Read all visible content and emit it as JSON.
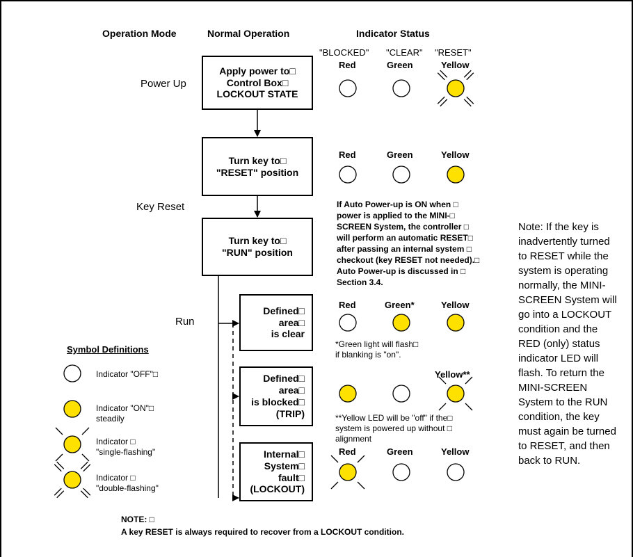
{
  "headers": {
    "operation_mode": "Operation Mode",
    "normal_operation": "Normal Operation",
    "indicator_status": "Indicator Status"
  },
  "status_labels": {
    "blocked": "\"BLOCKED\"",
    "clear": "\"CLEAR\"",
    "reset": "\"RESET\""
  },
  "columns": {
    "red": "Red",
    "green": "Green",
    "yellow": "Yellow",
    "green_star": "Green*",
    "yellow_2star": "Yellow**"
  },
  "modes": {
    "power_up": "Power Up",
    "key_reset": "Key Reset",
    "run": "Run"
  },
  "boxes": {
    "apply_power": [
      "Apply power to□",
      "Control Box□",
      "LOCKOUT STATE"
    ],
    "turn_reset": [
      "Turn key to□",
      "\"RESET\" position"
    ],
    "turn_run": [
      "Turn key to□",
      "\"RUN\" position"
    ],
    "clear": [
      "Defined□",
      "area□",
      "is clear"
    ],
    "blocked": [
      "Defined□",
      "area□",
      "is blocked□",
      "(TRIP)"
    ],
    "fault": [
      "Internal□",
      "System□",
      "fault□",
      "(LOCKOUT)"
    ]
  },
  "auto_powerup_text": [
    "If Auto Power-up is ON when □",
    "power is applied to the MINI-□",
    "SCREEN System, the controller □",
    "will perform an automatic RESET□",
    "after passing an internal system □",
    "checkout (key RESET not needed).□",
    "Auto Power-up is discussed in □",
    "Section 3.4."
  ],
  "footnotes": {
    "green_flash": [
      "*Green light will flash□",
      "if blanking is \"on\"."
    ],
    "yellow_off": [
      "**Yellow LED will be \"off\" if the□",
      "system is powered up without □",
      "alignment"
    ]
  },
  "side_note": [
    "Note: If the key is",
    "inadvertently turned",
    "to RESET while the",
    "system is operating",
    "normally, the MINI-",
    "SCREEN System will",
    "go into a LOCKOUT",
    "condition and the",
    "RED (only) status",
    "indicator LED will",
    "flash.  To return the",
    "MINI-SCREEN",
    "System to the RUN",
    "condition, the key",
    "must again be turned",
    "to RESET, and then",
    "back to RUN."
  ],
  "symbol_definitions": {
    "title": "Symbol Definitions",
    "off": [
      "Indicator \"OFF\"□"
    ],
    "on": [
      "Indicator \"ON\"□",
      "steadily"
    ],
    "single": [
      "Indicator □",
      "\"single-flashing\""
    ],
    "double": [
      "Indicator □",
      "\"double-flashing\""
    ]
  },
  "note": {
    "label": "NOTE: □",
    "text": "A key RESET is always required to recover from a LOCKOUT condition."
  },
  "indicator_states": {
    "power_up": [
      "off",
      "off",
      "double-flashing"
    ],
    "key_reset": [
      "off",
      "off",
      "on"
    ],
    "clear": [
      "off",
      "on",
      "on"
    ],
    "blocked": [
      "on",
      "off",
      "single-flashing"
    ],
    "fault": [
      "single-flashing",
      "off",
      "off"
    ]
  },
  "colors": {
    "led_on": "#ffe100",
    "line": "#000000",
    "background": "#ffffff"
  }
}
